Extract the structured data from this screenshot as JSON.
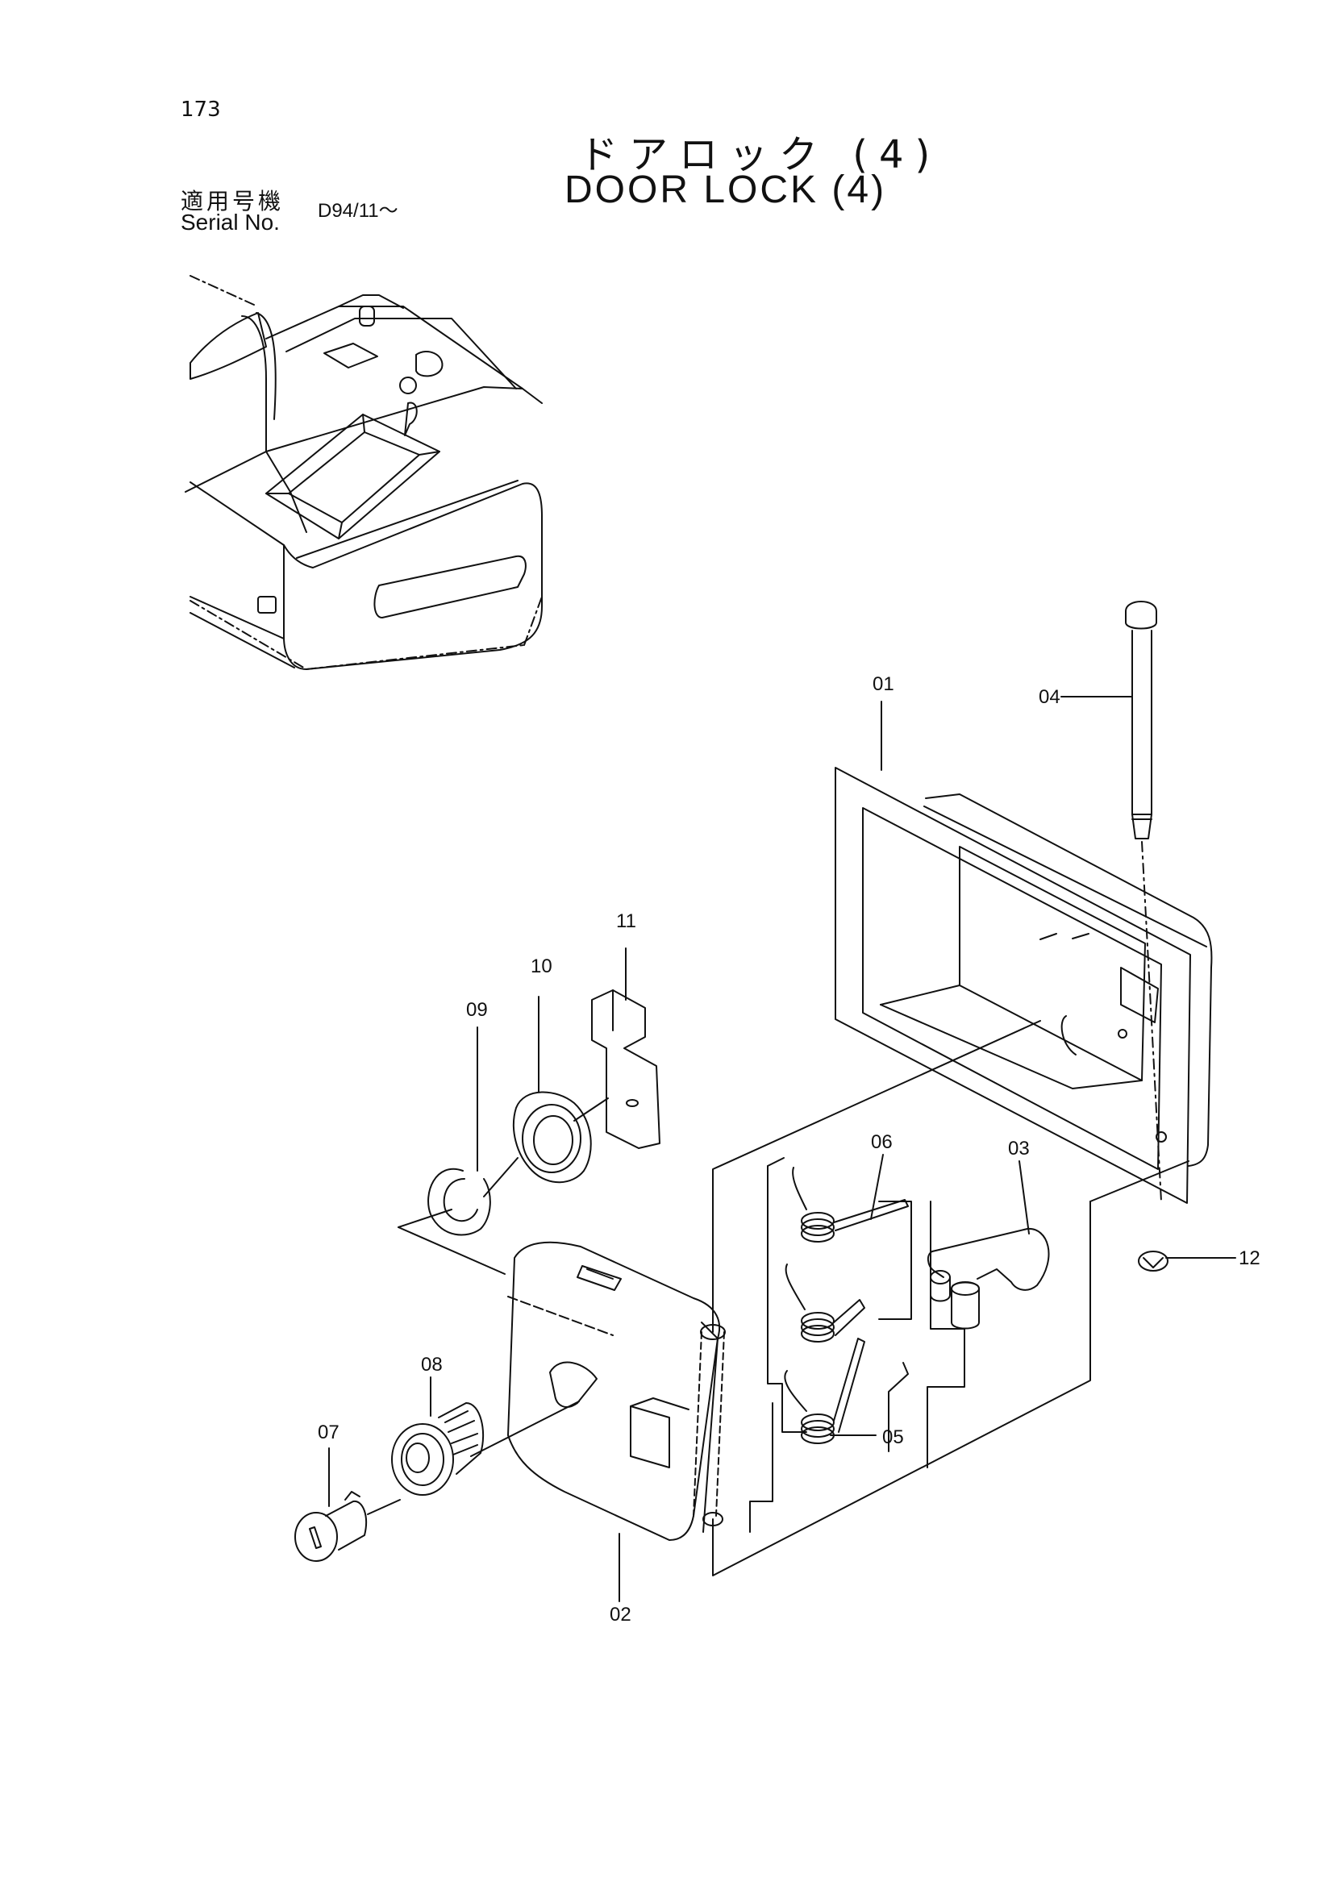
{
  "page_number": "173",
  "title_jp": "ドアロック (4)",
  "title_en": "DOOR LOCK (4)",
  "serial_label_jp": "適用号機",
  "serial_label_en": "Serial No.",
  "serial_range": "D94/11～",
  "part_labels": {
    "p01": "01",
    "p02": "02",
    "p03": "03",
    "p04": "04",
    "p05": "05",
    "p06": "06",
    "p07": "07",
    "p08": "08",
    "p09": "09",
    "p10": "10",
    "p11": "11",
    "p12": "12"
  }
}
